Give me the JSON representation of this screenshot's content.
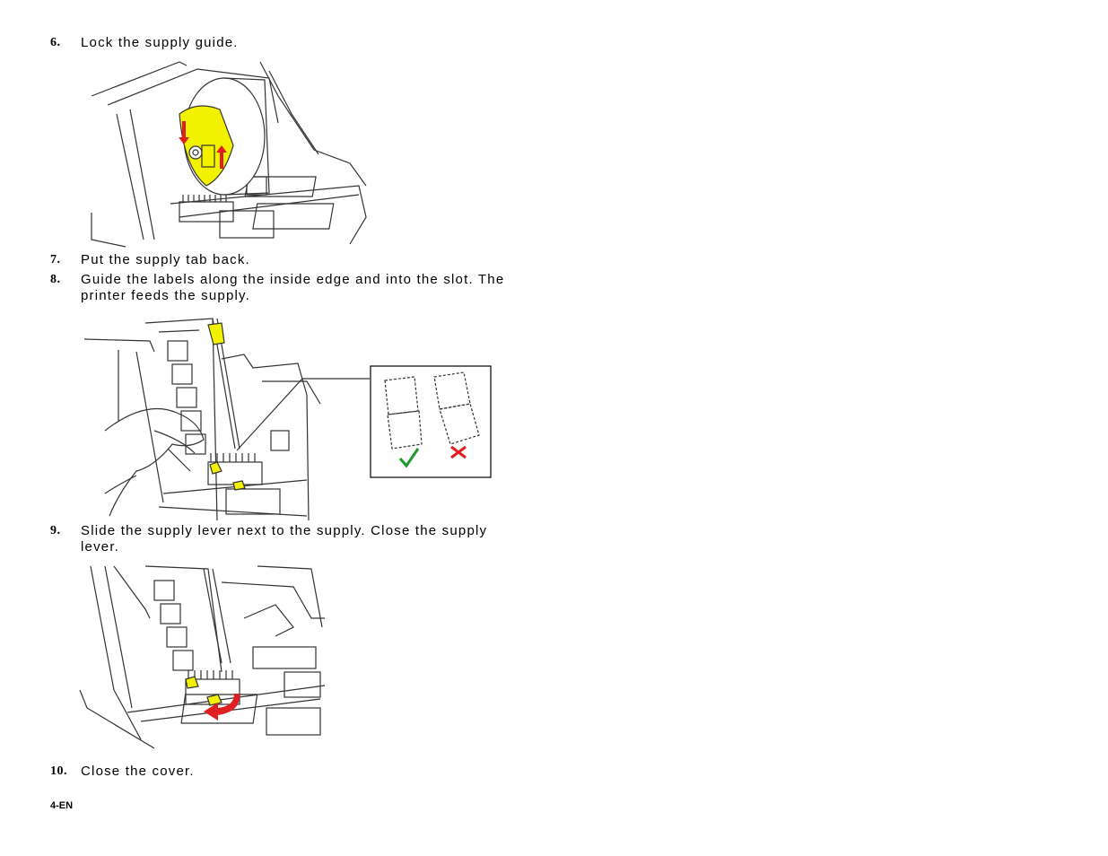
{
  "steps": [
    {
      "number": "6.",
      "lines": [
        "Lock the supply guide."
      ]
    },
    {
      "number": "7.",
      "lines": [
        "Put the supply tab back."
      ]
    },
    {
      "number": "8.",
      "lines": [
        "Guide the labels along the inside edge and into the slot.  The",
        "printer feeds the supply."
      ]
    },
    {
      "number": "9.",
      "lines": [
        "Slide the supply lever next to the supply.  Close the supply",
        "lever."
      ]
    },
    {
      "number": "10.",
      "lines": [
        "Close the cover."
      ]
    }
  ],
  "footer": {
    "page_label": "4-EN"
  },
  "colors": {
    "highlight_yellow": "#f2f200",
    "arrow_red": "#e02020",
    "check_green": "#1a9a2a",
    "line": "#333333"
  },
  "icons": [
    "check-icon",
    "x-icon",
    "arrow-down-icon",
    "arrow-up-icon",
    "curved-arrow-icon"
  ]
}
